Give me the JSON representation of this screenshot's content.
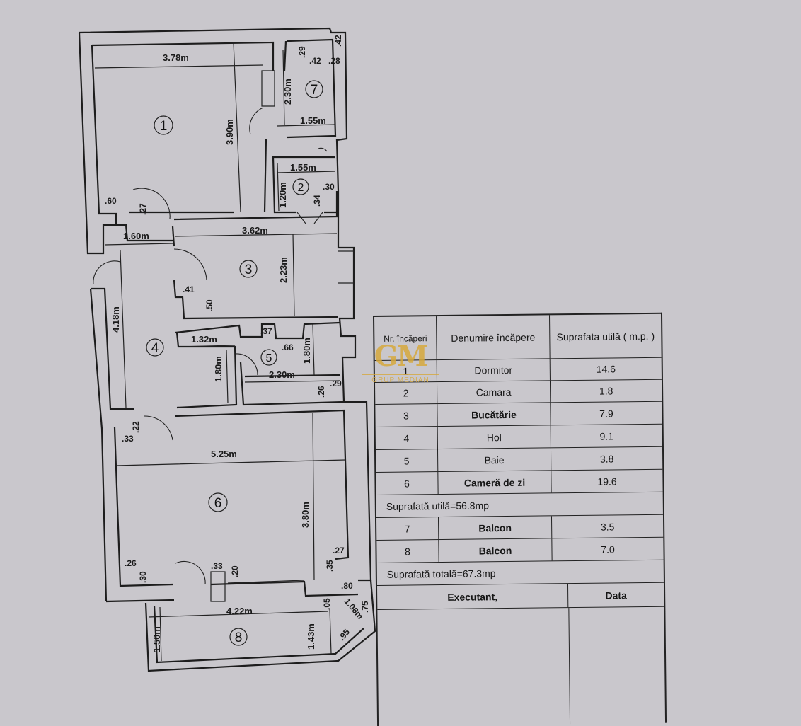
{
  "plan": {
    "room_numbers": [
      "1",
      "2",
      "3",
      "4",
      "5",
      "6",
      "7",
      "8"
    ],
    "dimensions": {
      "r1_width": "3.78m",
      "r1_height": "3.90m",
      "r1_corner": ".60",
      "r1_door": ".27",
      "r7_side": "2.30m",
      "r7_width": "1.55m",
      "r7_a": ".29",
      "r7_b": ".42",
      "r7_c": ".28",
      "r7_d": ".42",
      "r2_width": "1.55m",
      "r2_height": "1.20m",
      "r2_a": ".30",
      "r2_b": ".34",
      "hall_top": "1.60m",
      "r3_width": "3.62m",
      "r3_height": "2.23m",
      "r3_a": ".41",
      "r3_b": ".50",
      "r4_height": "4.18m",
      "r4_width": "1.32m",
      "r4_depth": "1.80m",
      "r5_width": "2.30m",
      "r5_height": "1.80m",
      "r5_a": ".37",
      "r5_b": ".66",
      "r5_c": ".26",
      "r5_d": ".29",
      "r6_width": "5.25m",
      "r6_height": "3.80m",
      "r6_a": ".33",
      "r6_b": ".22",
      "r6_c": ".26",
      "r6_d": ".30",
      "r6_e": ".33",
      "r6_f": ".20",
      "r6_g": ".27",
      "r6_h": ".35",
      "r6_i": ".80",
      "r8_width": "4.22m",
      "r8_left": "1.50m",
      "r8_right": "1.43m",
      "r8_a": ".05",
      "r8_b": "1.06m",
      "r8_c": ".75",
      "r8_d": ".95"
    }
  },
  "table": {
    "headers": [
      "Nr. încăperi",
      "Denumire încăpere",
      "Suprafata utilă ( m.p. )"
    ],
    "rooms": [
      {
        "nr": "1",
        "name": "Dormitor",
        "area": "14.6"
      },
      {
        "nr": "2",
        "name": "Camara",
        "area": "1.8"
      },
      {
        "nr": "3",
        "name": "Bucătărie",
        "area": "7.9"
      },
      {
        "nr": "4",
        "name": "Hol",
        "area": "9.1"
      },
      {
        "nr": "5",
        "name": "Baie",
        "area": "3.8"
      },
      {
        "nr": "6",
        "name": "Cameră de zi",
        "area": "19.6"
      }
    ],
    "useful_total": "Suprafată utilă=56.8mp",
    "balconies": [
      {
        "nr": "7",
        "name": "Balcon",
        "area": "3.5"
      },
      {
        "nr": "8",
        "name": "Balcon",
        "area": "7.0"
      }
    ],
    "grand_total": "Suprafată totală=67.3mp",
    "footer": {
      "executant": "Executant,",
      "date": "Data"
    }
  },
  "watermark": {
    "letters": "GM",
    "subtitle": "GRUP MEDIAN",
    "color": "#d6a83c"
  },
  "colors": {
    "paper": "#c9c7cc",
    "ink": "#1d1d1d"
  }
}
